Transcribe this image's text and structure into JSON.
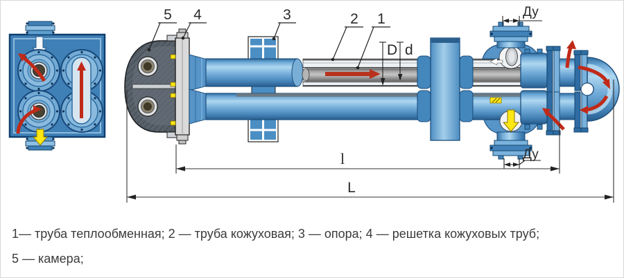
{
  "diagram": {
    "callouts": [
      {
        "num": "5"
      },
      {
        "num": "4"
      },
      {
        "num": "3"
      },
      {
        "num": "2"
      },
      {
        "num": "1"
      }
    ],
    "dims": {
      "outer_diameter": "D",
      "inner_diameter": "d",
      "tube_length": "l",
      "total_length": "L",
      "nozzle_top": "Ду",
      "nozzle_bottom": "Ду"
    }
  },
  "legend": {
    "line1": "1— труба теплообменная; 2 — труба кожуховая; 3 — опора; 4 — решетка кожуховых труб;",
    "line2": "5 — камера;"
  },
  "colors": {
    "pipe_blue": "#5e9fd0",
    "pipe_dark": "#1d4f7d",
    "flow_red": "#c02a18",
    "flow_yellow": "#ffe714",
    "chamber_gray": "#58616a",
    "dimension_line": "#333333"
  }
}
